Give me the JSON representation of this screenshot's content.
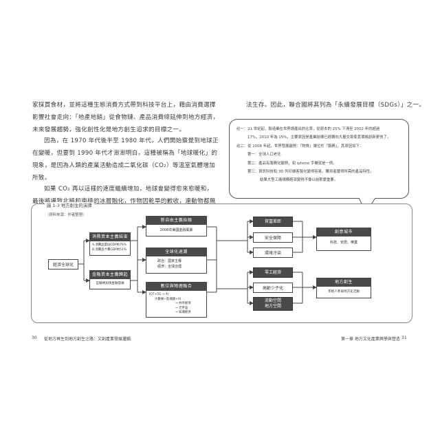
{
  "left_page": {
    "paragraph1": [
      "家採買食材，並將這種生態消費方式帶到科技平台上，藉由消費選擇",
      "影響社會走向：「地產地銷」從食物鏈、產品消費總延伸到地方經濟，",
      "未來發展趨勢，強化創性化是地方創生追求的目標之一。"
    ],
    "paragraph2": [
      "因為，在 1970 年代後半至 1980 年代，人們開始察覺到地球正",
      "在變暖，但要到 1990 年代才漸漸明白，這種被稱為「地球暖化」的",
      "現象，是因為人類的產業活動造成二氧化碳（CO₂）等溫室氣體增加",
      "所致。"
    ],
    "paragraph3": [
      "如果 CO₂ 再以這樣的速度繼續增加，地球會變得愈來愈暖和，",
      "最後將導致北極和南極的冰層融化，作物因乾旱的歉收，連動物都無"
    ],
    "page_number": "30",
    "running_head": "從地方再生到地方創生之路：文創產業發展邏輯"
  },
  "right_page": {
    "top_line": "法生存。因此，聯合國將其列為「永續發展目標（SDGs）」之一。",
    "callout_lines": [
      "註一：21 世紀起，製造業在世界總產出的比率，從原本的 25% 下滑至 2002 年的超過",
      "17%，2010 年為 15%，主要原因是產業結構已經轉向大量交易使其價格創新更快了。",
      "註二：從 2008 年起，世界發展趨勢：「物質」讓位於「服務」，其原因如下：",
      "第一：全球人口老化",
      "第二：產品有服務化趨勢，如 iphone 手機就是一例。",
      "第三：資訊科技和 3D 列印讓客製化變得容易，購買者獲得所需的產品特性，",
      "結果大型工廠規模經濟變得不像以前那麼重要。"
    ],
    "page_number": "31",
    "running_head": "第一章  地方文化產業興學與營造"
  },
  "figure": {
    "title": "圖 1-3  地方創生的演譯",
    "source": "（資料來源：作者整理）",
    "start_node": "經濟全球化",
    "consumer_capitalism": {
      "header": "消費資本主義結束",
      "lines": [
        "A.消費品業佔GDP約76%",
        "B.消費品卡費GDP約51%"
      ]
    },
    "financial_capitalism": {
      "header": "金融資本主義歸起",
      "lines": [
        "互聯網加快金融發展"
      ]
    },
    "neoliberalism": {
      "header": "新自由主義抬頭",
      "lines": [
        "2008年美國金融風暴"
      ]
    },
    "globalization": {
      "header": "全球化退潮",
      "lines": [
        "政治：國家主權",
        "經濟：全球治理"
      ]
    },
    "digital_fusion": {
      "header": "數位與物理融合",
      "lines": [
        "IOT+5G → AI",
        "大數據+區塊鏈+AI",
        "→ 共享經濟",
        "→ 元宇宙",
        "→ 知識經濟"
      ]
    },
    "outcomes_top": [
      "貧富差距",
      "安全保障",
      "環境汙染"
    ],
    "outcomes_bottom": [
      "零工經濟",
      "高齡少子化",
      "流動空間\n地方空間"
    ],
    "creative_city": {
      "header": "創意城市",
      "lines": [
        "科技、安居、樂業"
      ]
    },
    "regional_revitalization": {
      "header": "地方創生",
      "lines": [
        "年輕人參與地方化活動"
      ]
    }
  },
  "colors": {
    "dark_box": "#4a4a4a",
    "border": "#444444",
    "text": "#333333"
  }
}
